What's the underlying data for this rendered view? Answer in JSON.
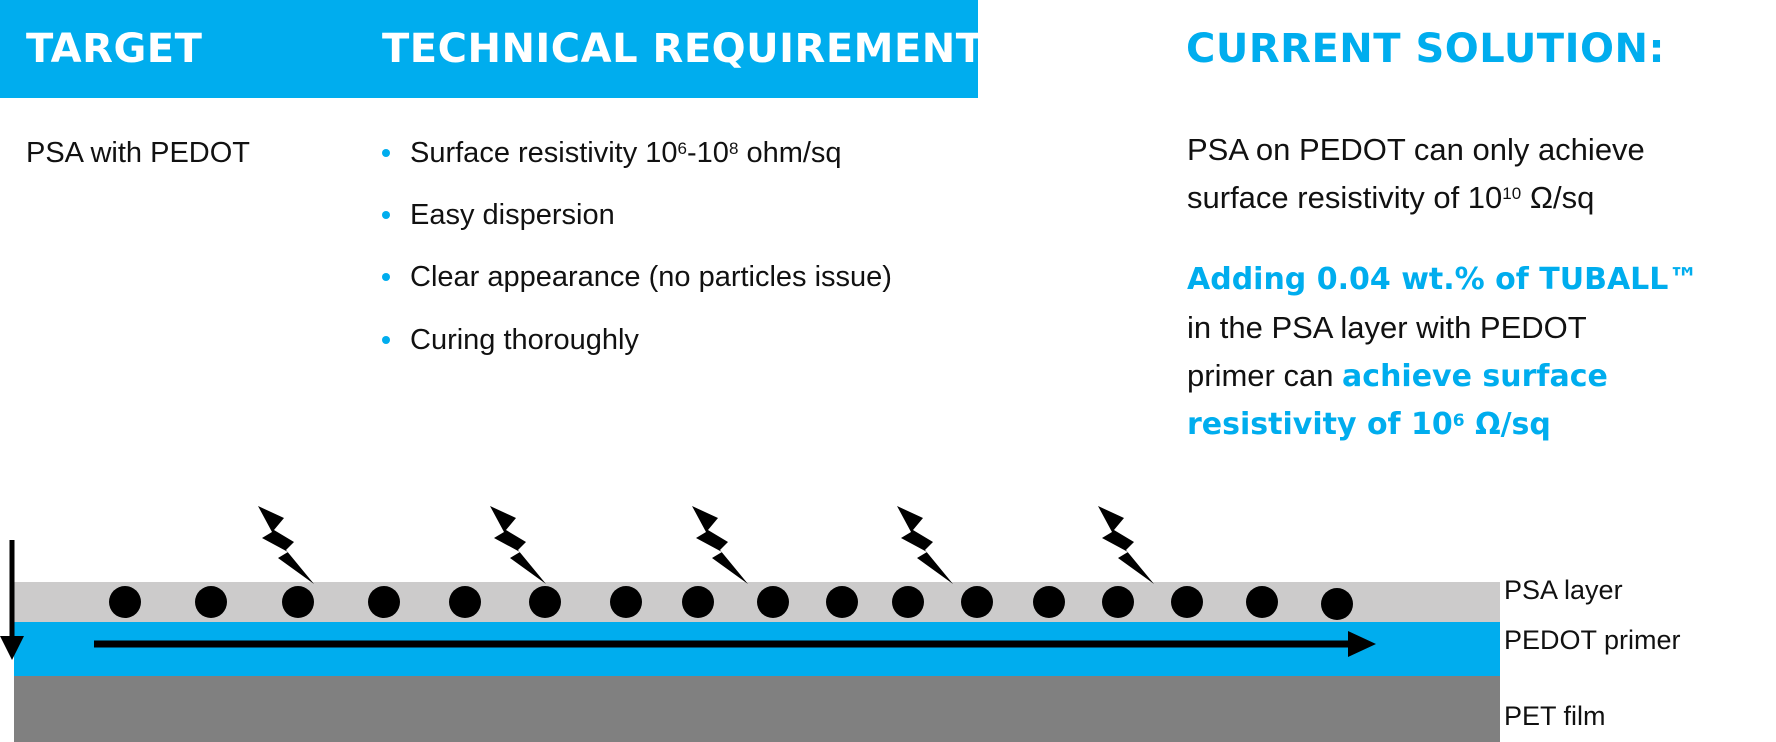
{
  "header": {
    "target": "TARGET",
    "technical_requirement": "TECHNICAL REQUIREMENT",
    "current_solution": "CURRENT SOLUTION:"
  },
  "target": {
    "text": "PSA with PEDOT"
  },
  "requirements": [
    {
      "prefix": "Surface resistivity 10",
      "sup1": "6",
      "mid": "-10",
      "sup2": "8",
      "suffix": " ohm/sq"
    },
    {
      "text": "Easy dispersion"
    },
    {
      "text": "Clear appearance (no particles issue)"
    },
    {
      "text": "Curing thoroughly"
    }
  ],
  "current_solution": {
    "p1_line1": "PSA on PEDOT can only achieve",
    "p1_line2_prefix": "surface resistivity of 10",
    "p1_line2_sup": "10",
    "p1_line2_suffix": " Ω/sq",
    "p2_line1": "Adding 0.04 wt.% of TUBALL™",
    "p2_line2": "in the PSA layer with PEDOT",
    "p2_line3_prefix": "primer can ",
    "p2_line3_highlight": "achieve surface",
    "p2_line4_prefix": "resistivity of 10",
    "p2_line4_sup": "6",
    "p2_line4_suffix": " Ω/sq"
  },
  "layers": {
    "psa": "PSA layer",
    "pedot": "PEDOT primer",
    "pet": "PET film"
  },
  "colors": {
    "accent": "#00adee",
    "psa_layer": "#cccbcb",
    "pedot_layer": "#00adee",
    "pet_layer": "#808080",
    "particle": "#000000"
  },
  "icons": {
    "bullet": "dot-bullet",
    "discharge": "lightning-bolt-icon",
    "current_flow": "arrow-right",
    "ground": "arrow-down"
  }
}
